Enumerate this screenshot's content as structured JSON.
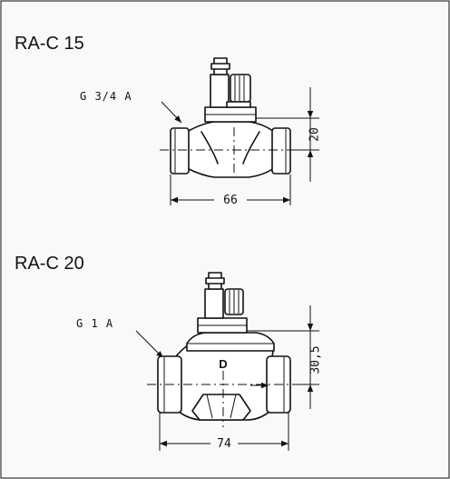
{
  "valve_1": {
    "title": "RA-C 15",
    "thread_label": "G 3/4 A",
    "height_dim": "20",
    "width_dim": "66"
  },
  "valve_2": {
    "title": "RA-C 20",
    "thread_label": "G 1 A",
    "height_dim": "30,5",
    "width_dim": "74",
    "body_mark": "D"
  }
}
